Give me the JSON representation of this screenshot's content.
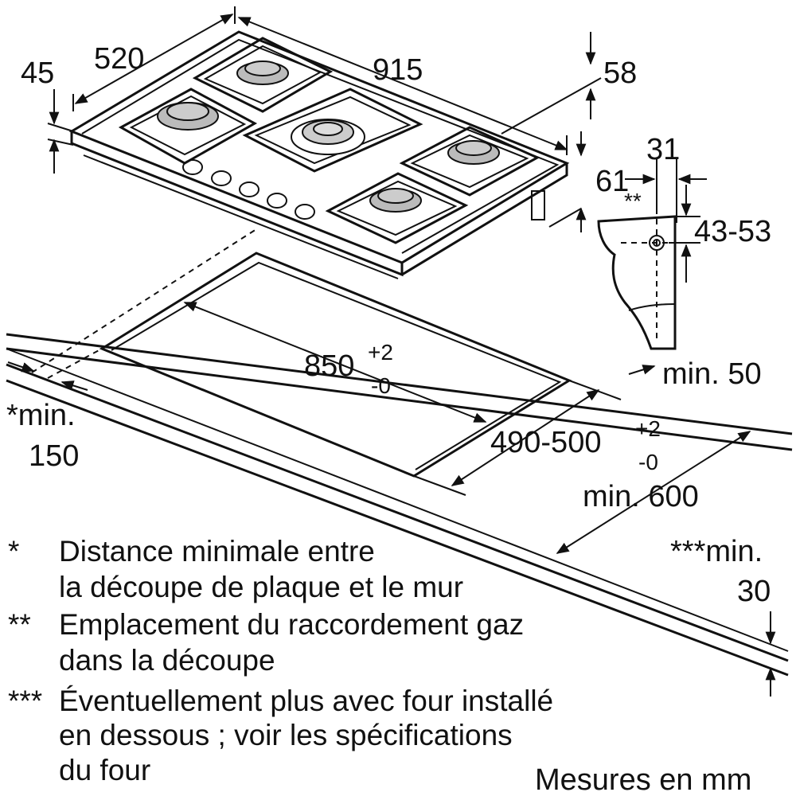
{
  "dimensions": {
    "hob_depth": "520",
    "hob_height": "45",
    "hob_width": "915",
    "rear_offset": "58",
    "side_offset": "61",
    "gas_horizontal": "31",
    "gas_vertical": "43-53",
    "cutout_width_main": "850",
    "cutout_width_tol_plus": "+2",
    "cutout_width_tol_minus": "-0",
    "cutout_depth_main": "490-500",
    "cutout_depth_tol_plus": "+2",
    "cutout_depth_tol_minus": "-0",
    "min_50": "min. 50",
    "min_600": "min. 600",
    "min_150_line1": "*min.",
    "min_150_line2": "150",
    "min_30_line1": "***min.",
    "min_30_line2": "30",
    "gas_marker": "**"
  },
  "notes": [
    {
      "marker": "*",
      "lines": [
        "Distance minimale entre",
        "la découpe de plaque et le mur"
      ]
    },
    {
      "marker": "**",
      "lines": [
        "Emplacement du raccordement gaz",
        "dans la découpe"
      ]
    },
    {
      "marker": "***",
      "lines": [
        "Éventuellement plus avec four installé",
        "en dessous ; voir les spécifications",
        "du four"
      ]
    }
  ],
  "units_label": "Mesures en mm"
}
